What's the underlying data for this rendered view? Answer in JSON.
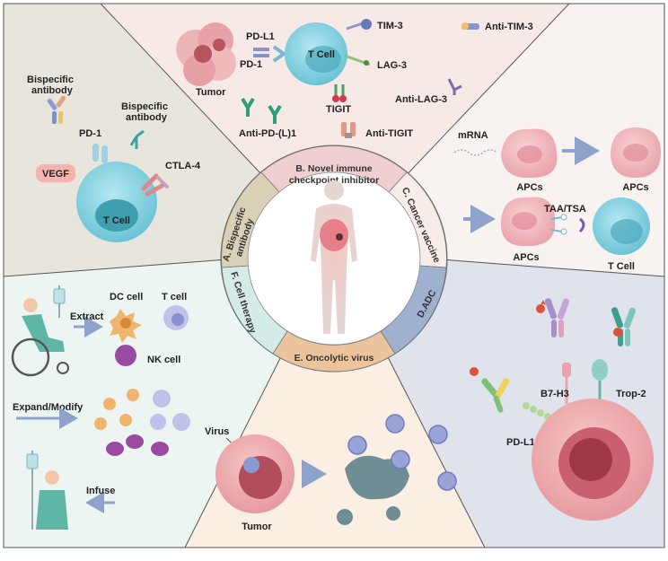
{
  "colors": {
    "panel_a": "#e8e6dc",
    "panel_b": "#f7e9e6",
    "panel_c": "#f8f3f0",
    "panel_d": "#dfe4ec",
    "panel_e": "#fbefe4",
    "panel_f": "#edf5f3",
    "tcell": "#7fcfdf",
    "tcell_nucleus": "#3d9fb0",
    "tumor": "#e8a6a6",
    "apc": "#f0b8bf",
    "arrow": "#8ea3cc"
  },
  "center": {
    "segments": {
      "a": [
        "A. Bispecific",
        "antibody"
      ],
      "b": [
        "B. Novel immune",
        "checkpoint inhibitor"
      ],
      "c": "C. Cancer vaccine",
      "d": "D.ADC",
      "e": "E. Oncolytic virus",
      "f": "F. Cell therapy"
    }
  },
  "panel_a": {
    "bispecific_top": [
      "Bispecific",
      "antibody"
    ],
    "bispecific_mid": [
      "Bispecific",
      "antibody"
    ],
    "pd1": "PD-1",
    "vegf": "VEGF",
    "ctla4": "CTLA-4",
    "tcell": "T Cell"
  },
  "panel_b": {
    "pdl1": "PD-L1",
    "pd1": "PD-1",
    "tumor": "Tumor",
    "tcell": "T Cell",
    "tim3": "TIM-3",
    "anti_tim3": "Anti-TIM-3",
    "lag3": "LAG-3",
    "anti_lag3": "Anti-LAG-3",
    "tigit": "TIGIT",
    "anti_pdl1": "Anti-PD-(L)1",
    "anti_tigit": "Anti-TIGIT"
  },
  "panel_c": {
    "mrna": "mRNA",
    "apcs_1": "APCs",
    "apcs_2": "APCs",
    "taa_tsa": "TAA/TSA",
    "apcs_3": "APCs",
    "tcell": "T Cell"
  },
  "panel_d": {
    "b7h3": "B7-H3",
    "trop2": "Trop-2",
    "pdl1": "PD-L1"
  },
  "panel_e": {
    "virus": "Virus",
    "tumor": "Tumor"
  },
  "panel_f": {
    "dc_cell": "DC cell",
    "t_cell": "T cell",
    "extract": "Extract",
    "nk_cell": "NK cell",
    "expand_modify": "Expand/Modify",
    "infuse": "Infuse"
  }
}
